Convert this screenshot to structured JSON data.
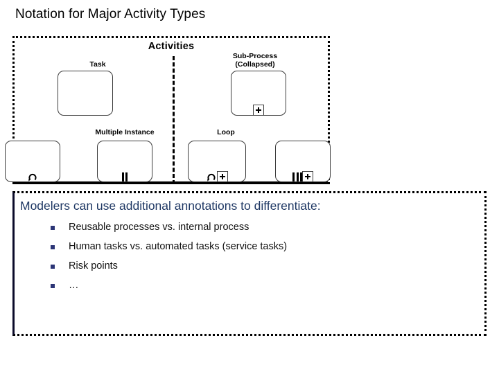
{
  "slide": {
    "title": "Notation for Major Activity Types"
  },
  "diagram": {
    "heading": "Activities",
    "divider_icon": "dashed-vertical-divider",
    "boxes": [
      {
        "id": "task",
        "label": "Task",
        "markers": [],
        "marker_names": []
      },
      {
        "id": "sub-process-collapsed",
        "label": "Sub-Process\n(Collapsed)",
        "label_line1": "Sub-Process",
        "label_line2": "(Collapsed)",
        "markers": [
          "plus"
        ],
        "marker_names": [
          "plus-marker-icon"
        ]
      },
      {
        "id": "loop-task",
        "label": "",
        "markers": [
          "loop"
        ],
        "marker_names": [
          "loop-arrow-icon"
        ]
      },
      {
        "id": "multiple-instance-task",
        "label": "Multiple Instance",
        "markers": [
          "parallel-2"
        ],
        "marker_names": [
          "parallel-bars-icon"
        ]
      },
      {
        "id": "loop-sub-process",
        "label": "Loop",
        "markers": [
          "loop",
          "plus"
        ],
        "marker_names": [
          "loop-arrow-icon",
          "plus-marker-icon"
        ]
      },
      {
        "id": "multiple-instance-sub-process",
        "label": "",
        "markers": [
          "parallel-3",
          "plus"
        ],
        "marker_names": [
          "parallel-bars-icon",
          "plus-marker-icon"
        ]
      }
    ]
  },
  "text_panel": {
    "heading": "Modelers can use additional annotations to differentiate:",
    "bullets": [
      "Reusable processes vs. internal process",
      "Human tasks vs. automated tasks (service tasks)",
      "Risk points",
      "…"
    ]
  },
  "colors": {
    "heading_navy": "#1f3864",
    "bullet_square": "#2c3576",
    "panel_left_rule": "#0b0b2a",
    "text_black": "#111111",
    "box_stroke": "#3a3a3a"
  }
}
